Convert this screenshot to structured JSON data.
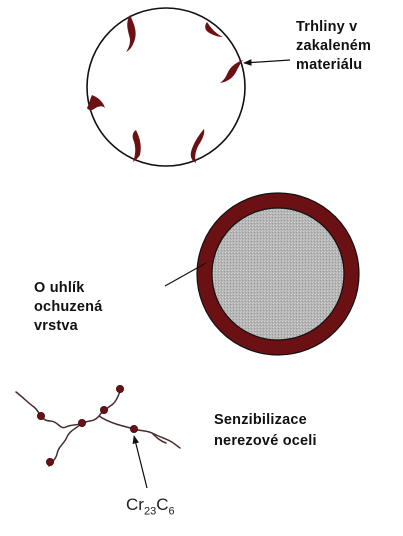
{
  "colors": {
    "defect": "#6b1114",
    "outline": "#111111",
    "core_gray": "#b9b9b9"
  },
  "labels": {
    "cracks": [
      "Trhliny v",
      "zakaleném",
      "materiálu"
    ],
    "decarburized": [
      "O uhlík",
      "ochuzená",
      "vrstva"
    ],
    "sensitization": [
      "Senzibilizace",
      "nerezové oceli"
    ]
  },
  "formula": {
    "el1": "Cr",
    "sub1": "23",
    "el2": "C",
    "sub2": "6"
  }
}
